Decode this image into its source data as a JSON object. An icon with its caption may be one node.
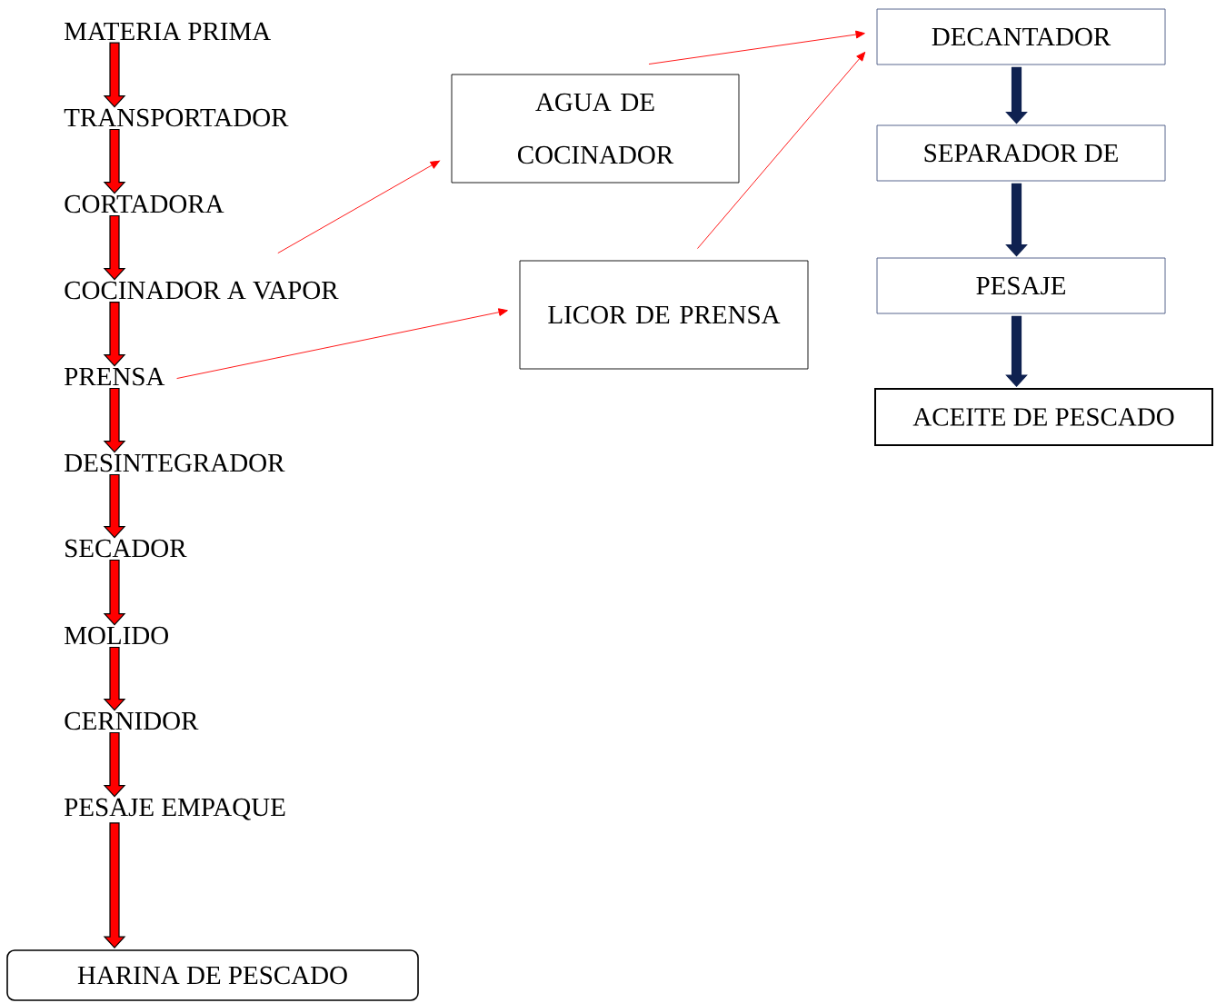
{
  "diagram": {
    "nodes": [
      {
        "text": [
          "MATERIA PRIMA"
        ]
      },
      {
        "text": [
          "TRANSPORTADOR"
        ]
      },
      {
        "text": [
          "CORTADORA"
        ]
      },
      {
        "text": [
          "COCINADOR A VAPOR"
        ]
      },
      {
        "text": [
          "PRENSA"
        ]
      },
      {
        "text": [
          "DESINTEGRADOR"
        ]
      },
      {
        "text": [
          "SECADOR"
        ]
      },
      {
        "text": [
          "MOLIDO"
        ]
      },
      {
        "text": [
          "CERNIDOR"
        ]
      },
      {
        "text": [
          "PESAJE EMPAQUE"
        ]
      },
      {
        "text": [
          "HARINA DE PESCADO"
        ]
      },
      {
        "text": [
          "AGUA DE COCINADOR"
        ]
      },
      {
        "text": [
          "LICOR DE PRENSA"
        ]
      },
      {
        "text": [
          "DECANTADOR"
        ]
      },
      {
        "text": [
          "SEPARADOR DE"
        ]
      },
      {
        "text": [
          "PESAJE"
        ]
      },
      {
        "text": [
          "ACEITE DE PESCADO"
        ]
      }
    ],
    "edges": [
      {
        "from": 0,
        "to": 1,
        "arrow": "to",
        "style": "thick"
      },
      {
        "from": 1,
        "to": 2,
        "arrow": "to",
        "style": "thick"
      },
      {
        "from": 2,
        "to": 3,
        "arrow": "to",
        "style": "thick"
      },
      {
        "from": 3,
        "to": 4,
        "arrow": "to",
        "style": "thick"
      },
      {
        "from": 4,
        "to": 5,
        "arrow": "to",
        "style": "thick"
      },
      {
        "from": 5,
        "to": 6,
        "arrow": "to",
        "style": "thick"
      },
      {
        "from": 6,
        "to": 7,
        "arrow": "to",
        "style": "thick"
      },
      {
        "from": 7,
        "to": 8,
        "arrow": "to",
        "style": "thick"
      },
      {
        "from": 8,
        "to": 9,
        "arrow": "to",
        "style": "thick"
      },
      {
        "from": 9,
        "to": 10,
        "arrow": "to",
        "style": "thick"
      },
      {
        "from": 3,
        "to": 11,
        "arrow": "to"
      },
      {
        "from": 4,
        "to": 12,
        "arrow": "to"
      },
      {
        "from": 11,
        "to": 13,
        "arrow": "to"
      },
      {
        "from": 12,
        "to": 13,
        "arrow": "to"
      },
      {
        "from": 13,
        "to": 14,
        "arrow": "to",
        "style": "thick",
        "color": "#0f2150"
      },
      {
        "from": 14,
        "to": 15,
        "arrow": "to",
        "style": "thick",
        "color": "#0f2150"
      },
      {
        "from": 15,
        "to": 16,
        "arrow": "to",
        "style": "thick",
        "color": "#0f2150"
      }
    ]
  }
}
